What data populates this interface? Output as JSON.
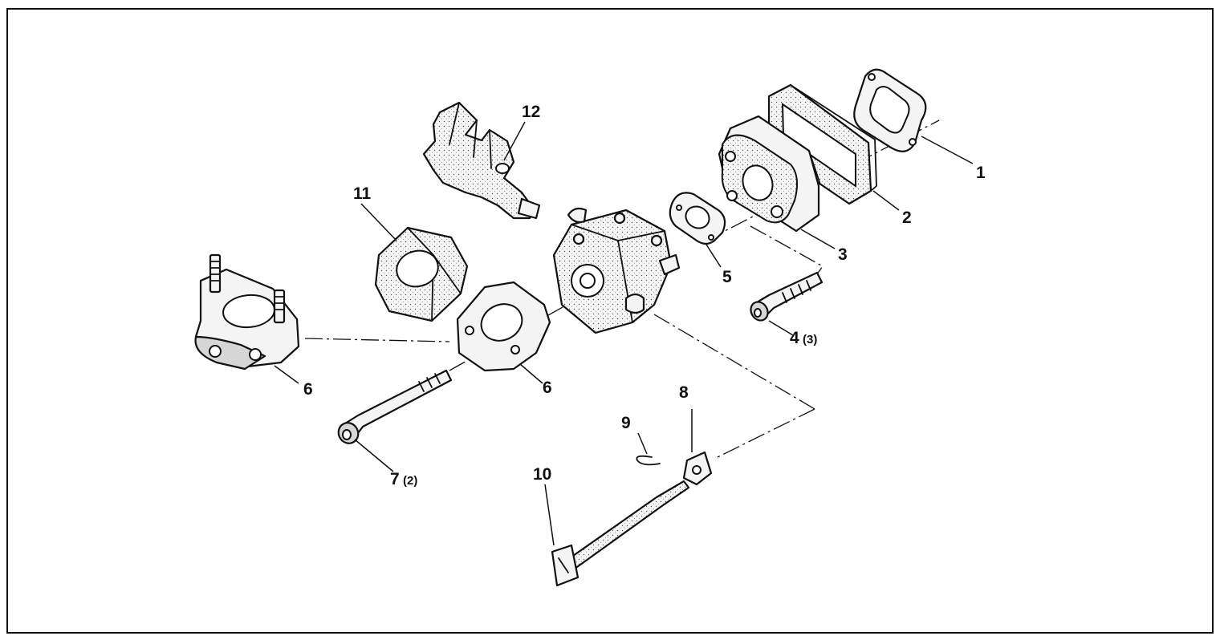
{
  "callouts": {
    "c1": "1",
    "c2": "2",
    "c3": "3",
    "c4": "4",
    "c4_qty": "(3)",
    "c5": "5",
    "c6_left": "6",
    "c6_right": "6",
    "c7": "7",
    "c7_qty": "(2)",
    "c8": "8",
    "c9": "9",
    "c10": "10",
    "c11": "11",
    "c12": "12"
  }
}
